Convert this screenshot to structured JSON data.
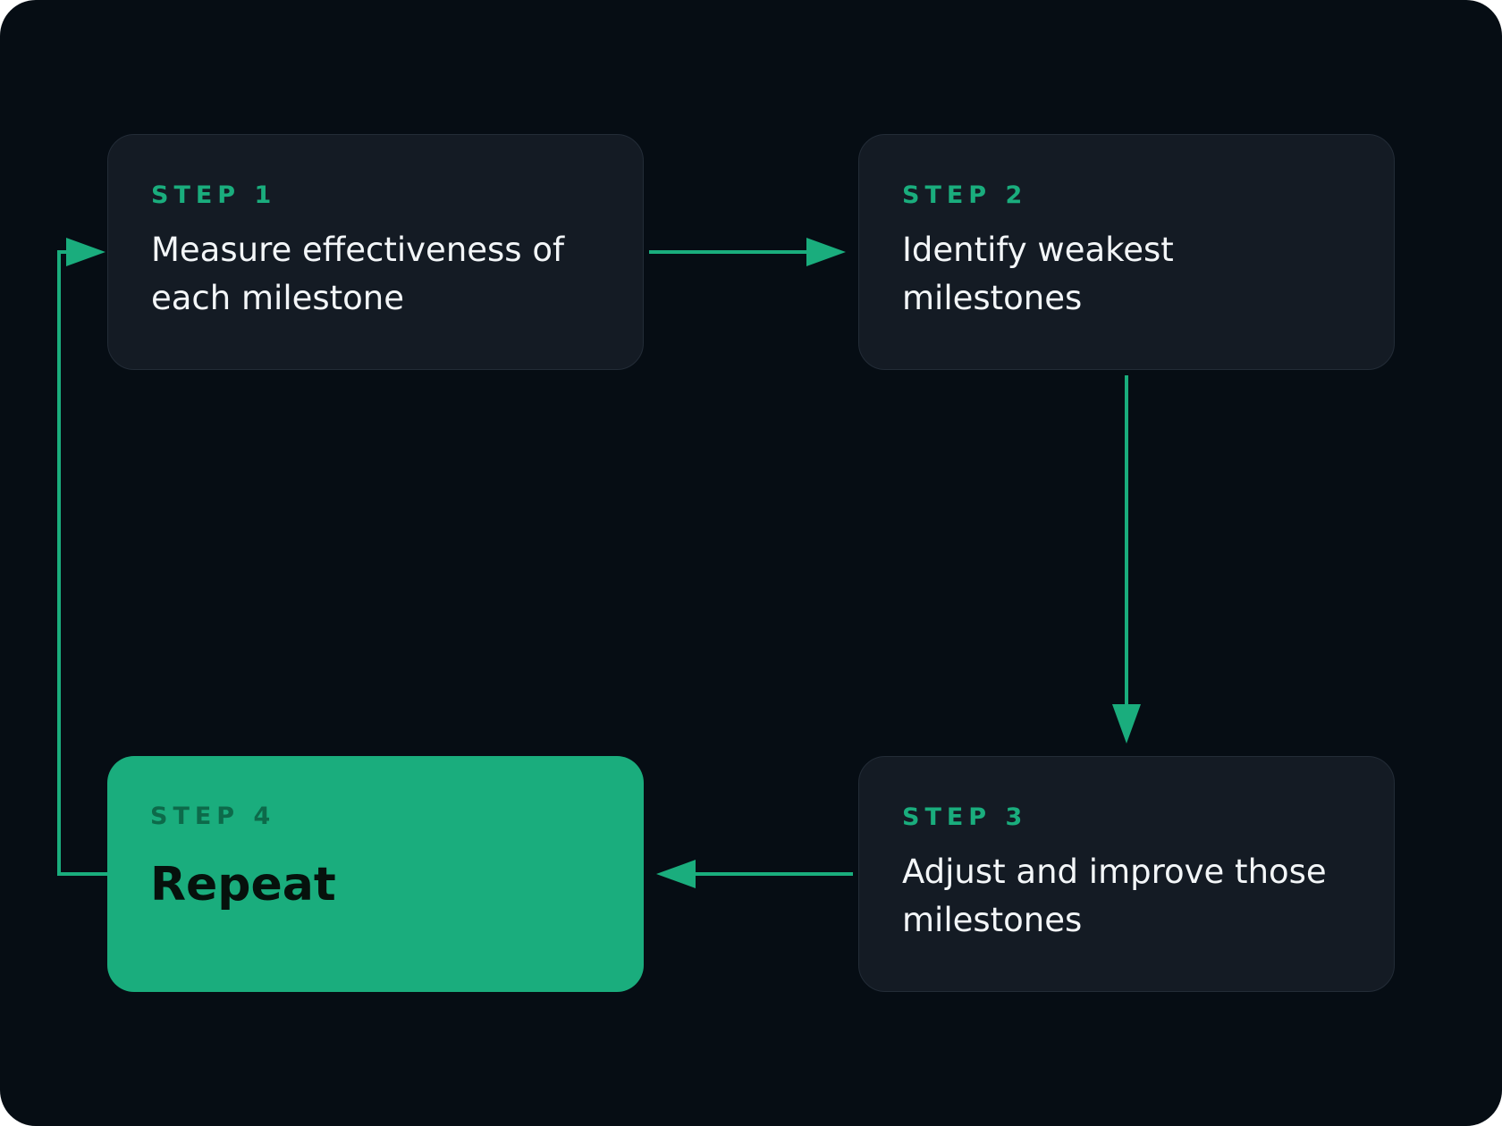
{
  "diagram": {
    "accent_color": "#1aad7d",
    "background_color": "#060d14",
    "card_color": "#141b24",
    "steps": [
      {
        "label": "STEP 1",
        "text": "Measure effectiveness of each milestone"
      },
      {
        "label": "STEP 2",
        "text": "Identify weakest milestones"
      },
      {
        "label": "STEP 3",
        "text": "Adjust and improve those milestones"
      },
      {
        "label": "STEP 4",
        "text": "Repeat"
      }
    ]
  }
}
